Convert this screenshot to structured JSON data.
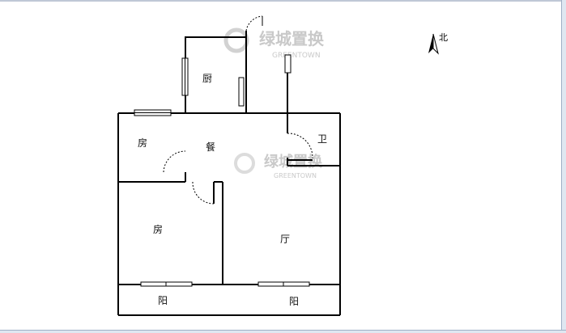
{
  "rooms": {
    "kitchen": "厨",
    "bedroom_small": "房",
    "dining": "餐",
    "bathroom": "卫",
    "bedroom_large": "房",
    "living": "厅",
    "balcony_left": "阳",
    "balcony_right": "阳"
  },
  "compass": {
    "label": "北"
  },
  "watermark": {
    "cn": "绿城置换",
    "en": "GREENTOWN"
  },
  "colors": {
    "wall": "#000000",
    "watermark": "#c9c9c9",
    "frame": "#dfe7f1"
  }
}
